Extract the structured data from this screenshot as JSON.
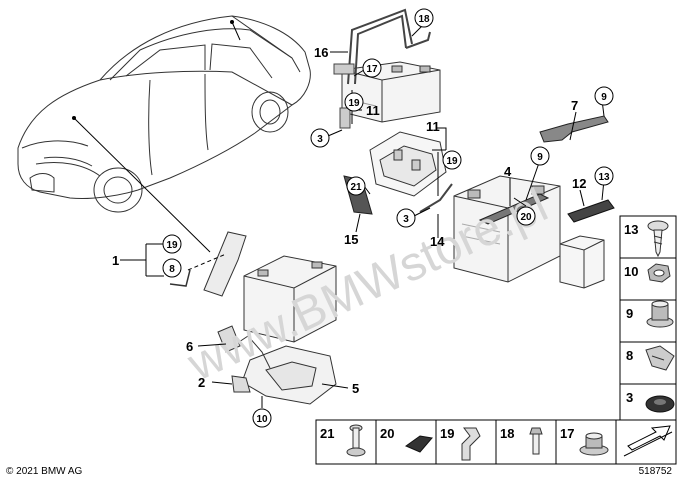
{
  "watermark": "www.BMWstore.pl",
  "copyright": "© 2021 BMW AG",
  "diagram_id": "518752",
  "callouts": {
    "c1": "1",
    "c2": "2",
    "c3a": "3",
    "c3b": "3",
    "c4": "4",
    "c5": "5",
    "c6": "6",
    "c7": "7",
    "c8": "8",
    "c9a": "9",
    "c9b": "9",
    "c10": "10",
    "c11a": "11",
    "c11b": "11",
    "c12": "12",
    "c13": "13",
    "c14": "14",
    "c15": "15",
    "c16": "16",
    "c17": "17",
    "c18": "18",
    "c19a": "19",
    "c19b": "19",
    "c19c": "19",
    "c20": "20",
    "c21": "21"
  },
  "side_legend": [
    {
      "number": "13",
      "icon": "screw-icon"
    },
    {
      "number": "10",
      "icon": "hex-nut-icon"
    },
    {
      "number": "9",
      "icon": "collar-nut-icon"
    },
    {
      "number": "8",
      "icon": "cable-clip-icon"
    },
    {
      "number": "3",
      "icon": "grommet-icon"
    }
  ],
  "bottom_legend": [
    {
      "number": "21",
      "icon": "bolt-icon"
    },
    {
      "number": "20",
      "icon": "pad-icon"
    },
    {
      "number": "19",
      "icon": "elbow-hose-icon"
    },
    {
      "number": "18",
      "icon": "hex-bolt-icon"
    },
    {
      "number": "17",
      "icon": "flange-nut-icon"
    },
    {
      "number": "",
      "icon": "arrow-icon"
    }
  ]
}
